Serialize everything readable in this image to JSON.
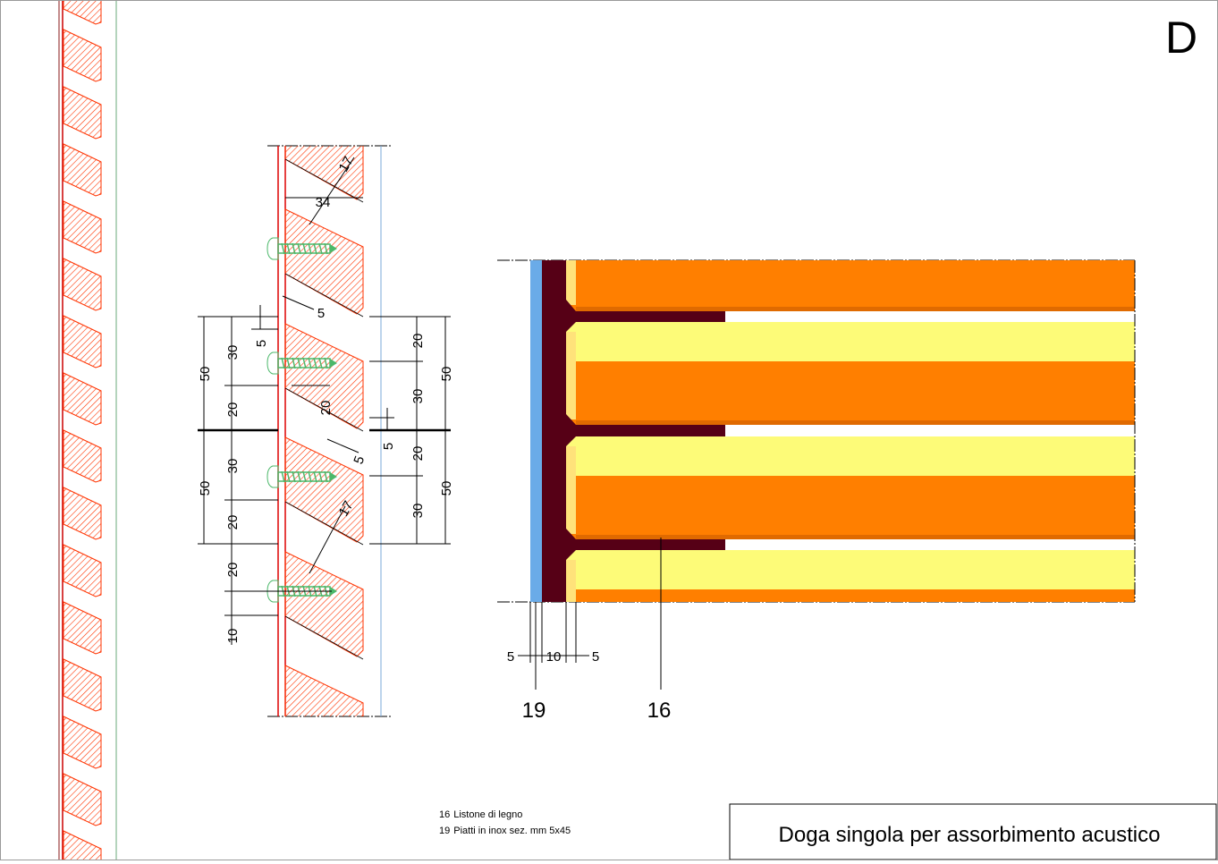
{
  "sheet_letter": "D",
  "title": "Doga singola per assorbimento acustico",
  "legend": [
    {
      "num": "16",
      "label": "Listone di legno"
    },
    {
      "num": "19",
      "label": "Piatti in inox sez. mm 5x45"
    }
  ],
  "callouts": [
    "19",
    "16"
  ],
  "section_dims": {
    "left_outer": [
      "50",
      "50"
    ],
    "left_inner": [
      "30",
      "20",
      "30",
      "20",
      "20",
      "10"
    ],
    "left_small": [
      "5"
    ],
    "right_inner": [
      "20",
      "30",
      "20",
      "30"
    ],
    "right_outer": [
      "50",
      "50"
    ],
    "right_small": [
      "5"
    ],
    "inner": [
      "34",
      "17",
      "5",
      "20",
      "5",
      "17"
    ]
  },
  "plan_dims": [
    "5",
    "10",
    "5"
  ],
  "colors": {
    "wood_hatch": "#ff3300",
    "screw": "#4cb86a",
    "steel_plate": "#6aabe8",
    "backing": "#560016",
    "board_orange": "#ff7f00",
    "board_yellow": "#fdfb78",
    "board_edge": "#ffe27a"
  }
}
